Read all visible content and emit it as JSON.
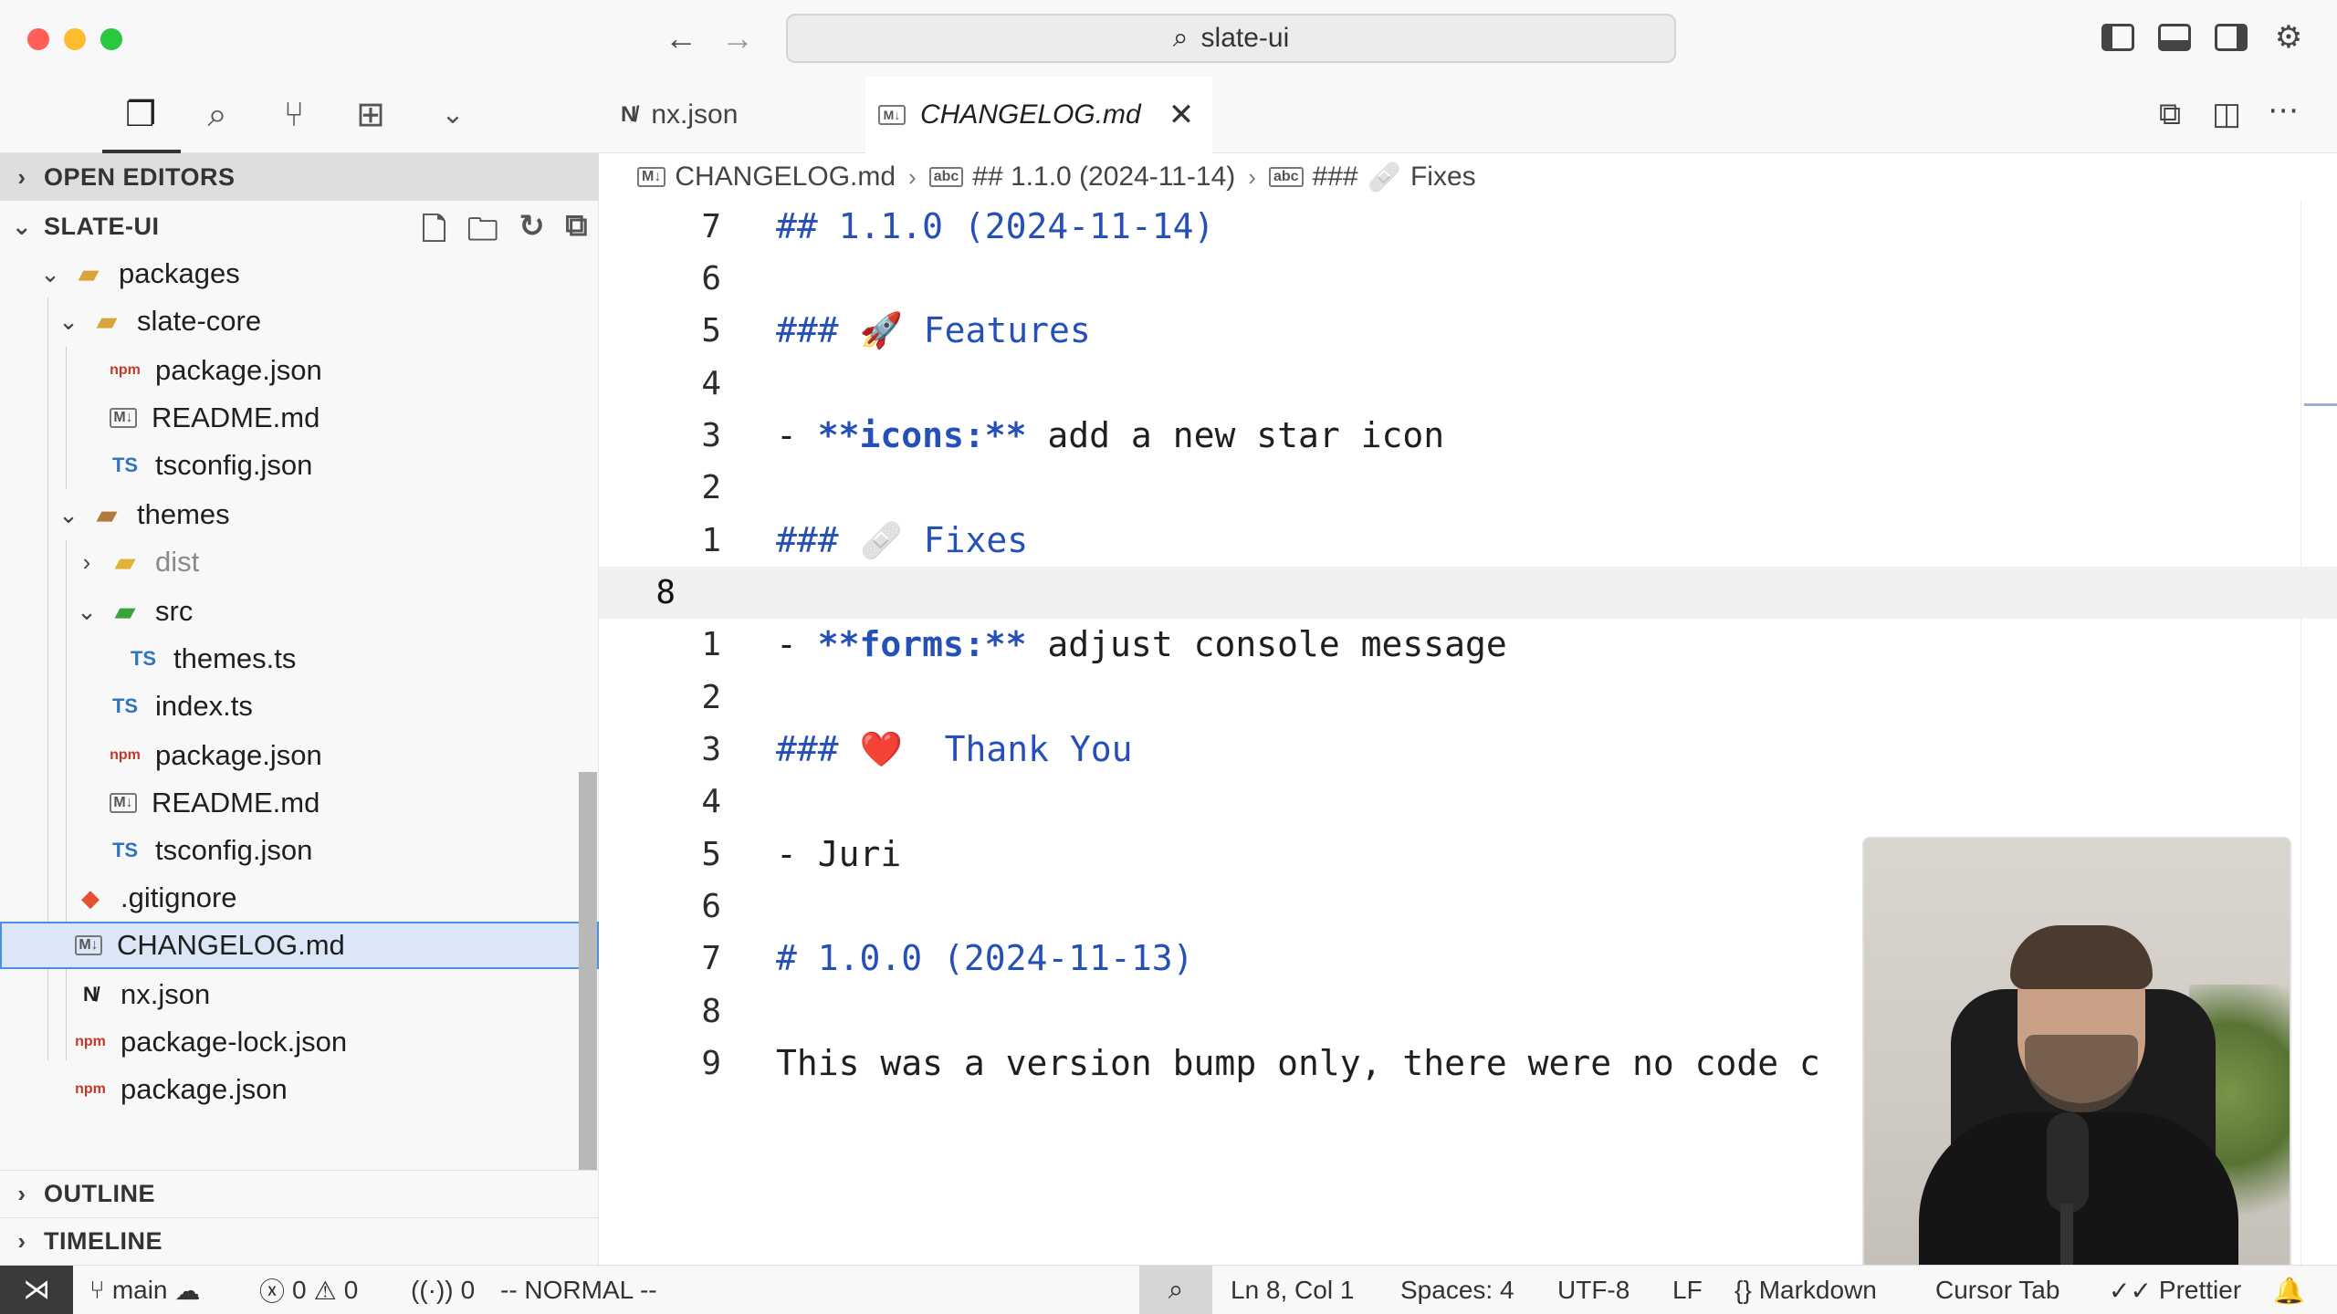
{
  "window": {
    "title": "slate-ui",
    "back_icon": "arrow-left-icon",
    "forward_icon": "arrow-right-icon"
  },
  "tabs": [
    {
      "label": "nx.json",
      "icon": "N̸",
      "active": false
    },
    {
      "label": "CHANGELOG.md",
      "icon": "M↓",
      "active": true
    }
  ],
  "sidebar": {
    "open_editors": "OPEN EDITORS",
    "project": "SLATE-UI",
    "outline": "OUTLINE",
    "timeline": "TIMELINE",
    "tree": [
      {
        "label": "packages",
        "icon": "folder"
      },
      {
        "label": "slate-core",
        "icon": "folder"
      },
      {
        "label": "package.json",
        "icon": "npm"
      },
      {
        "label": "README.md",
        "icon": "md"
      },
      {
        "label": "tsconfig.json",
        "icon": "ts"
      },
      {
        "label": "themes",
        "icon": "folder"
      },
      {
        "label": "dist",
        "icon": "folder"
      },
      {
        "label": "src",
        "icon": "folder-src"
      },
      {
        "label": "themes.ts",
        "icon": "ts"
      },
      {
        "label": "index.ts",
        "icon": "ts"
      },
      {
        "label": "package.json",
        "icon": "npm"
      },
      {
        "label": "README.md",
        "icon": "md"
      },
      {
        "label": "tsconfig.json",
        "icon": "ts"
      },
      {
        "label": ".gitignore",
        "icon": "git"
      },
      {
        "label": "CHANGELOG.md",
        "icon": "md",
        "selected": true
      },
      {
        "label": "nx.json",
        "icon": "nx"
      },
      {
        "label": "package-lock.json",
        "icon": "npm"
      },
      {
        "label": "package.json",
        "icon": "npm"
      }
    ]
  },
  "breadcrumb": {
    "file": "CHANGELOG.md",
    "heading": "## 1.1.0 (2024-11-14)",
    "subheading_prefix": "###",
    "subheading": "Fixes"
  },
  "editor": {
    "lines": [
      {
        "num": "7",
        "text": "## 1.1.0 (2024-11-14)"
      },
      {
        "num": "6",
        "text": ""
      },
      {
        "num": "5",
        "text": "### 🚀 Features"
      },
      {
        "num": "4",
        "text": ""
      },
      {
        "num": "3",
        "prefix": "- ",
        "bold": "**icons:**",
        "rest": " add a new star icon"
      },
      {
        "num": "2",
        "text": ""
      },
      {
        "num": "1",
        "text": "### 🩹 Fixes"
      },
      {
        "num": "8",
        "text": "",
        "current": true
      },
      {
        "num": "1",
        "prefix": "- ",
        "bold": "**forms:**",
        "rest": " adjust console message"
      },
      {
        "num": "2",
        "text": ""
      },
      {
        "num": "3",
        "text": "### ❤️  Thank You"
      },
      {
        "num": "4",
        "text": ""
      },
      {
        "num": "5",
        "plain": "- Juri"
      },
      {
        "num": "6",
        "text": ""
      },
      {
        "num": "7",
        "text": "# 1.0.0 (2024-11-13)"
      },
      {
        "num": "8",
        "text": ""
      },
      {
        "num": "9",
        "plain": "This was a version bump only, there were no code c"
      }
    ]
  },
  "statusbar": {
    "branch": "main",
    "errors": "0",
    "warnings": "0",
    "ports": "0",
    "mode": "-- NORMAL --",
    "position": "Ln 8, Col 1",
    "spaces": "Spaces: 4",
    "encoding": "UTF-8",
    "eol": "LF",
    "language": "Markdown",
    "cursor_tab": "Cursor Tab",
    "prettier": "Prettier"
  }
}
